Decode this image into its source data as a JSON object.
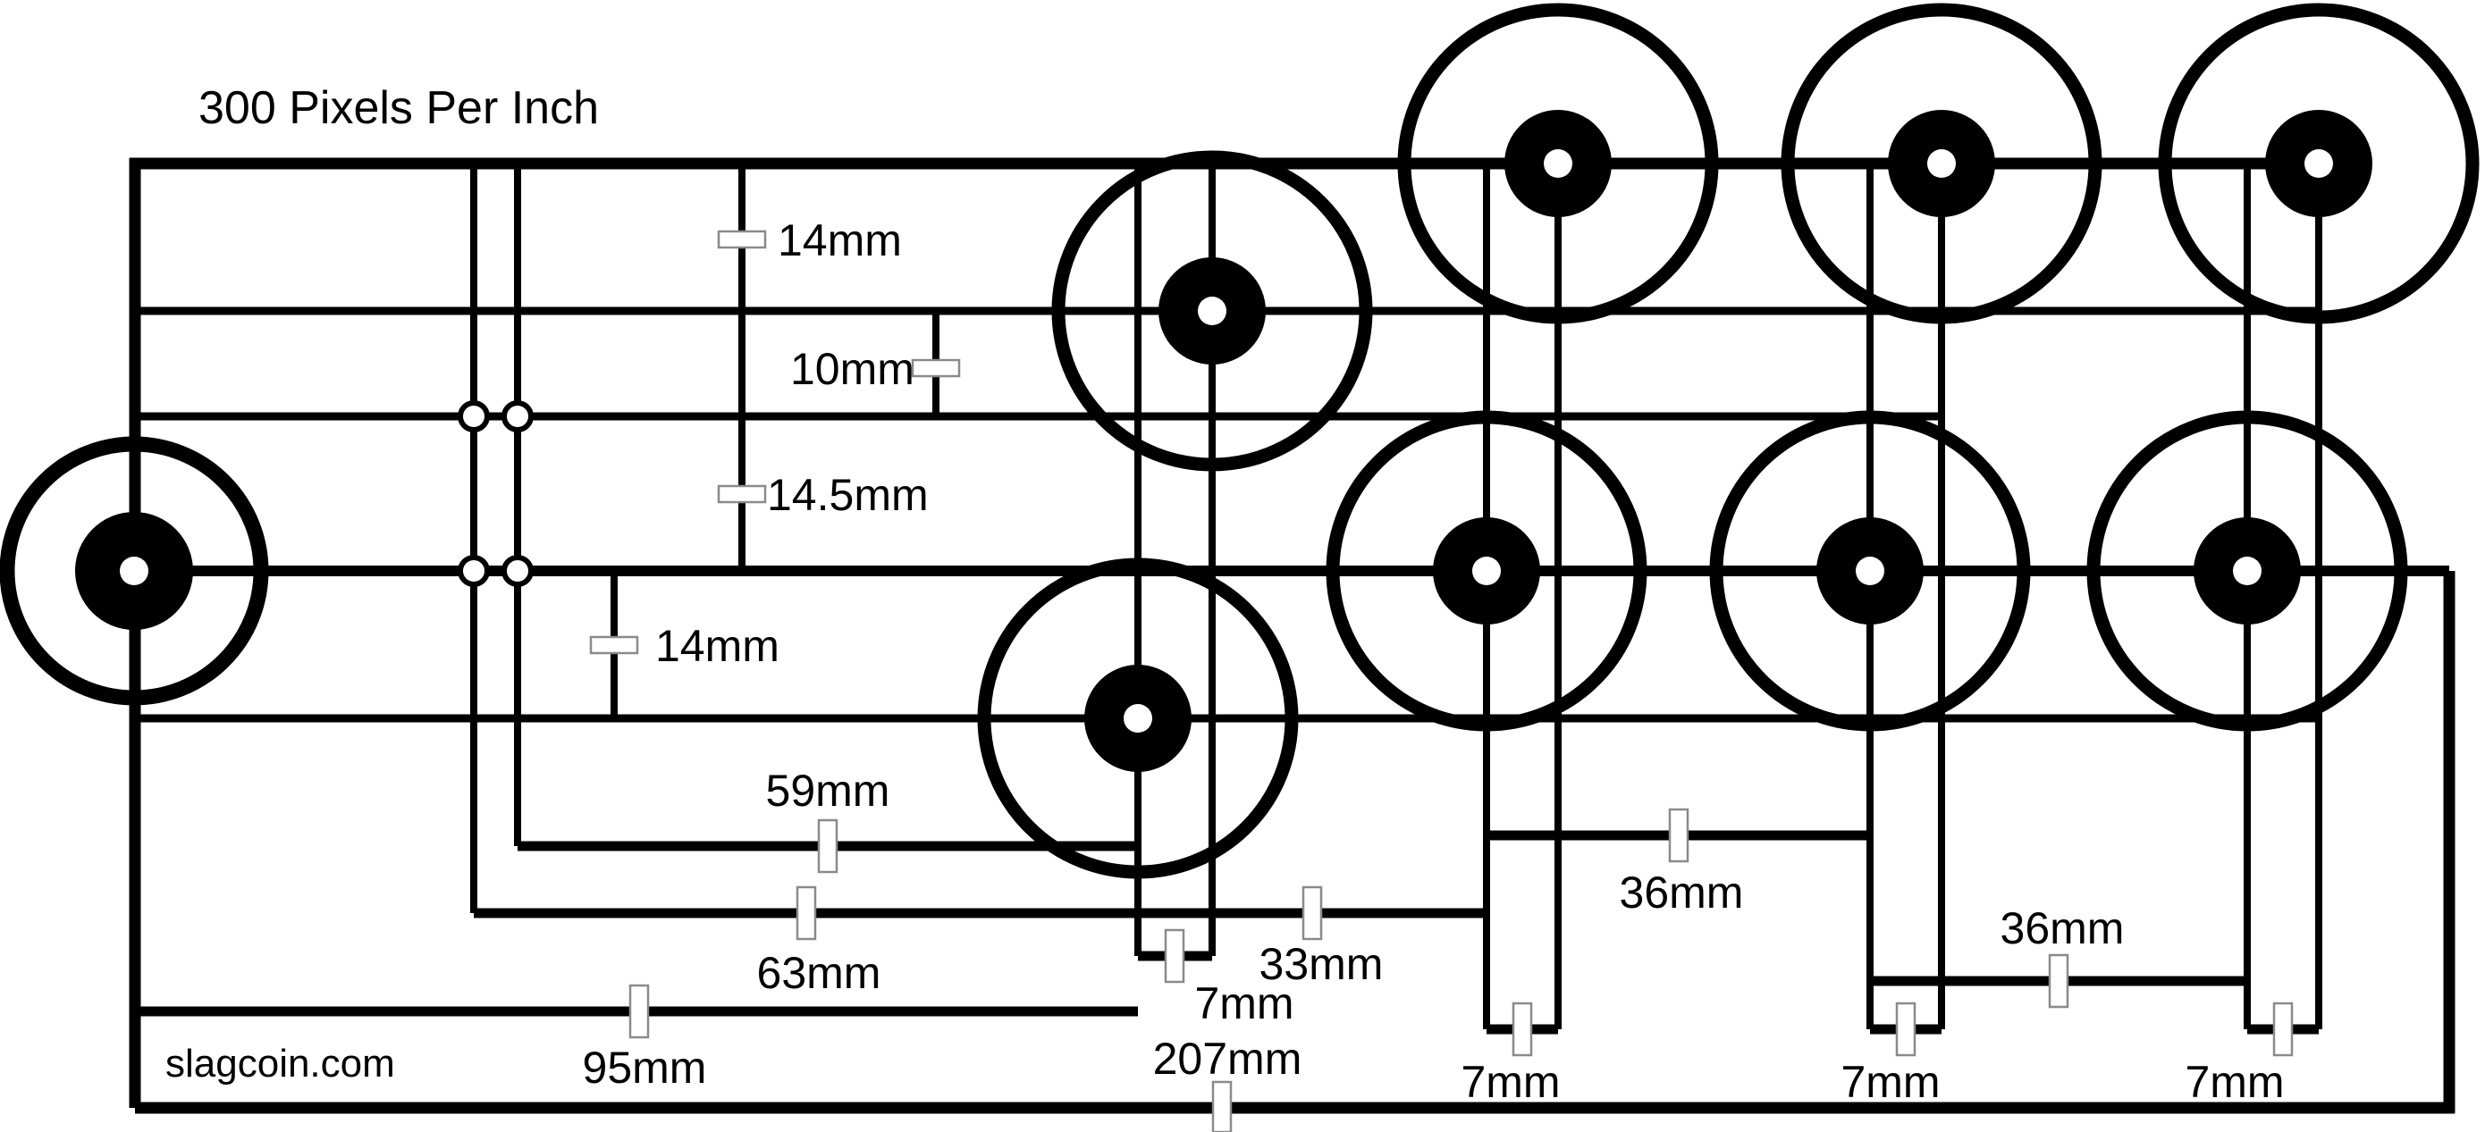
{
  "title": "300 Pixels Per Inch",
  "watermark": "slagcoin.com",
  "dimensions": {
    "top_row_gap": "14mm",
    "row_gap_small": "10mm",
    "row_gap_large": "14.5mm",
    "stick_row_gap": "14mm",
    "stick_to_center_upper": "59mm",
    "stick_to_center_lower": "63mm",
    "center_to_col1": "33mm",
    "center_col_offset": "7mm",
    "edge_to_center_col": "95mm",
    "panel_span": "207mm",
    "col1_to_col2": "36mm",
    "col2_to_col3": "36mm",
    "col1_offset": "7mm",
    "col2_offset": "7mm",
    "col3_offset": "7mm"
  }
}
